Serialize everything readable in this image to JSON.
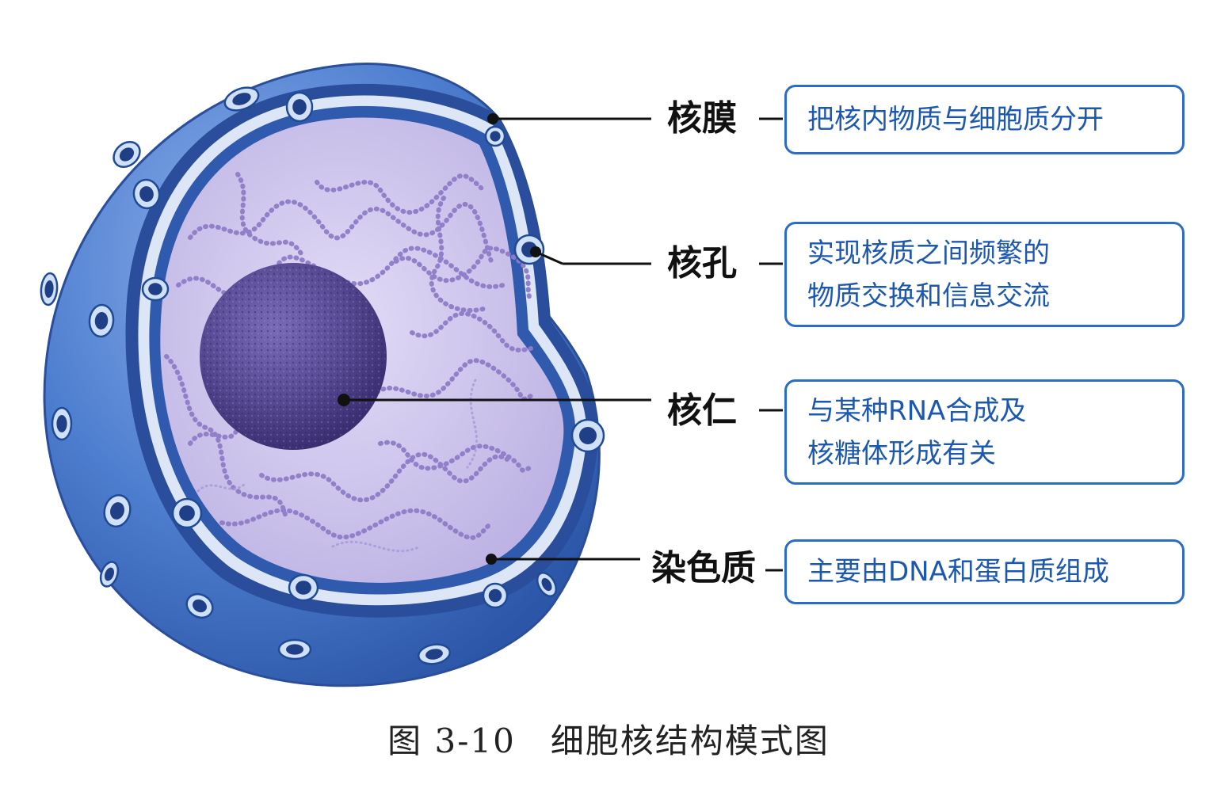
{
  "structures": [
    {
      "label": "核膜",
      "desc": [
        "把核内物质与细胞质分开"
      ]
    },
    {
      "label": "核孔",
      "desc": [
        "实现核质之间频繁的",
        "物质交换和信息交流"
      ]
    },
    {
      "label": "核仁",
      "desc": [
        "与某种RNA合成及",
        "核糖体形成有关"
      ]
    },
    {
      "label": "染色质",
      "desc": [
        "主要由DNA和蛋白质组成"
      ]
    }
  ],
  "caption": {
    "number": "图 3-10",
    "title": "细胞核结构模式图"
  },
  "colors": {
    "outer_membrane": "#4a78c8",
    "membrane_dark": "#2a4e9c",
    "nucleoplasm": "#cbc3ea",
    "chromatin": "#8f7cc8",
    "nucleolus": "#4c3f86",
    "box_border": "#2b6cc4",
    "box_text": "#1d58b0"
  }
}
